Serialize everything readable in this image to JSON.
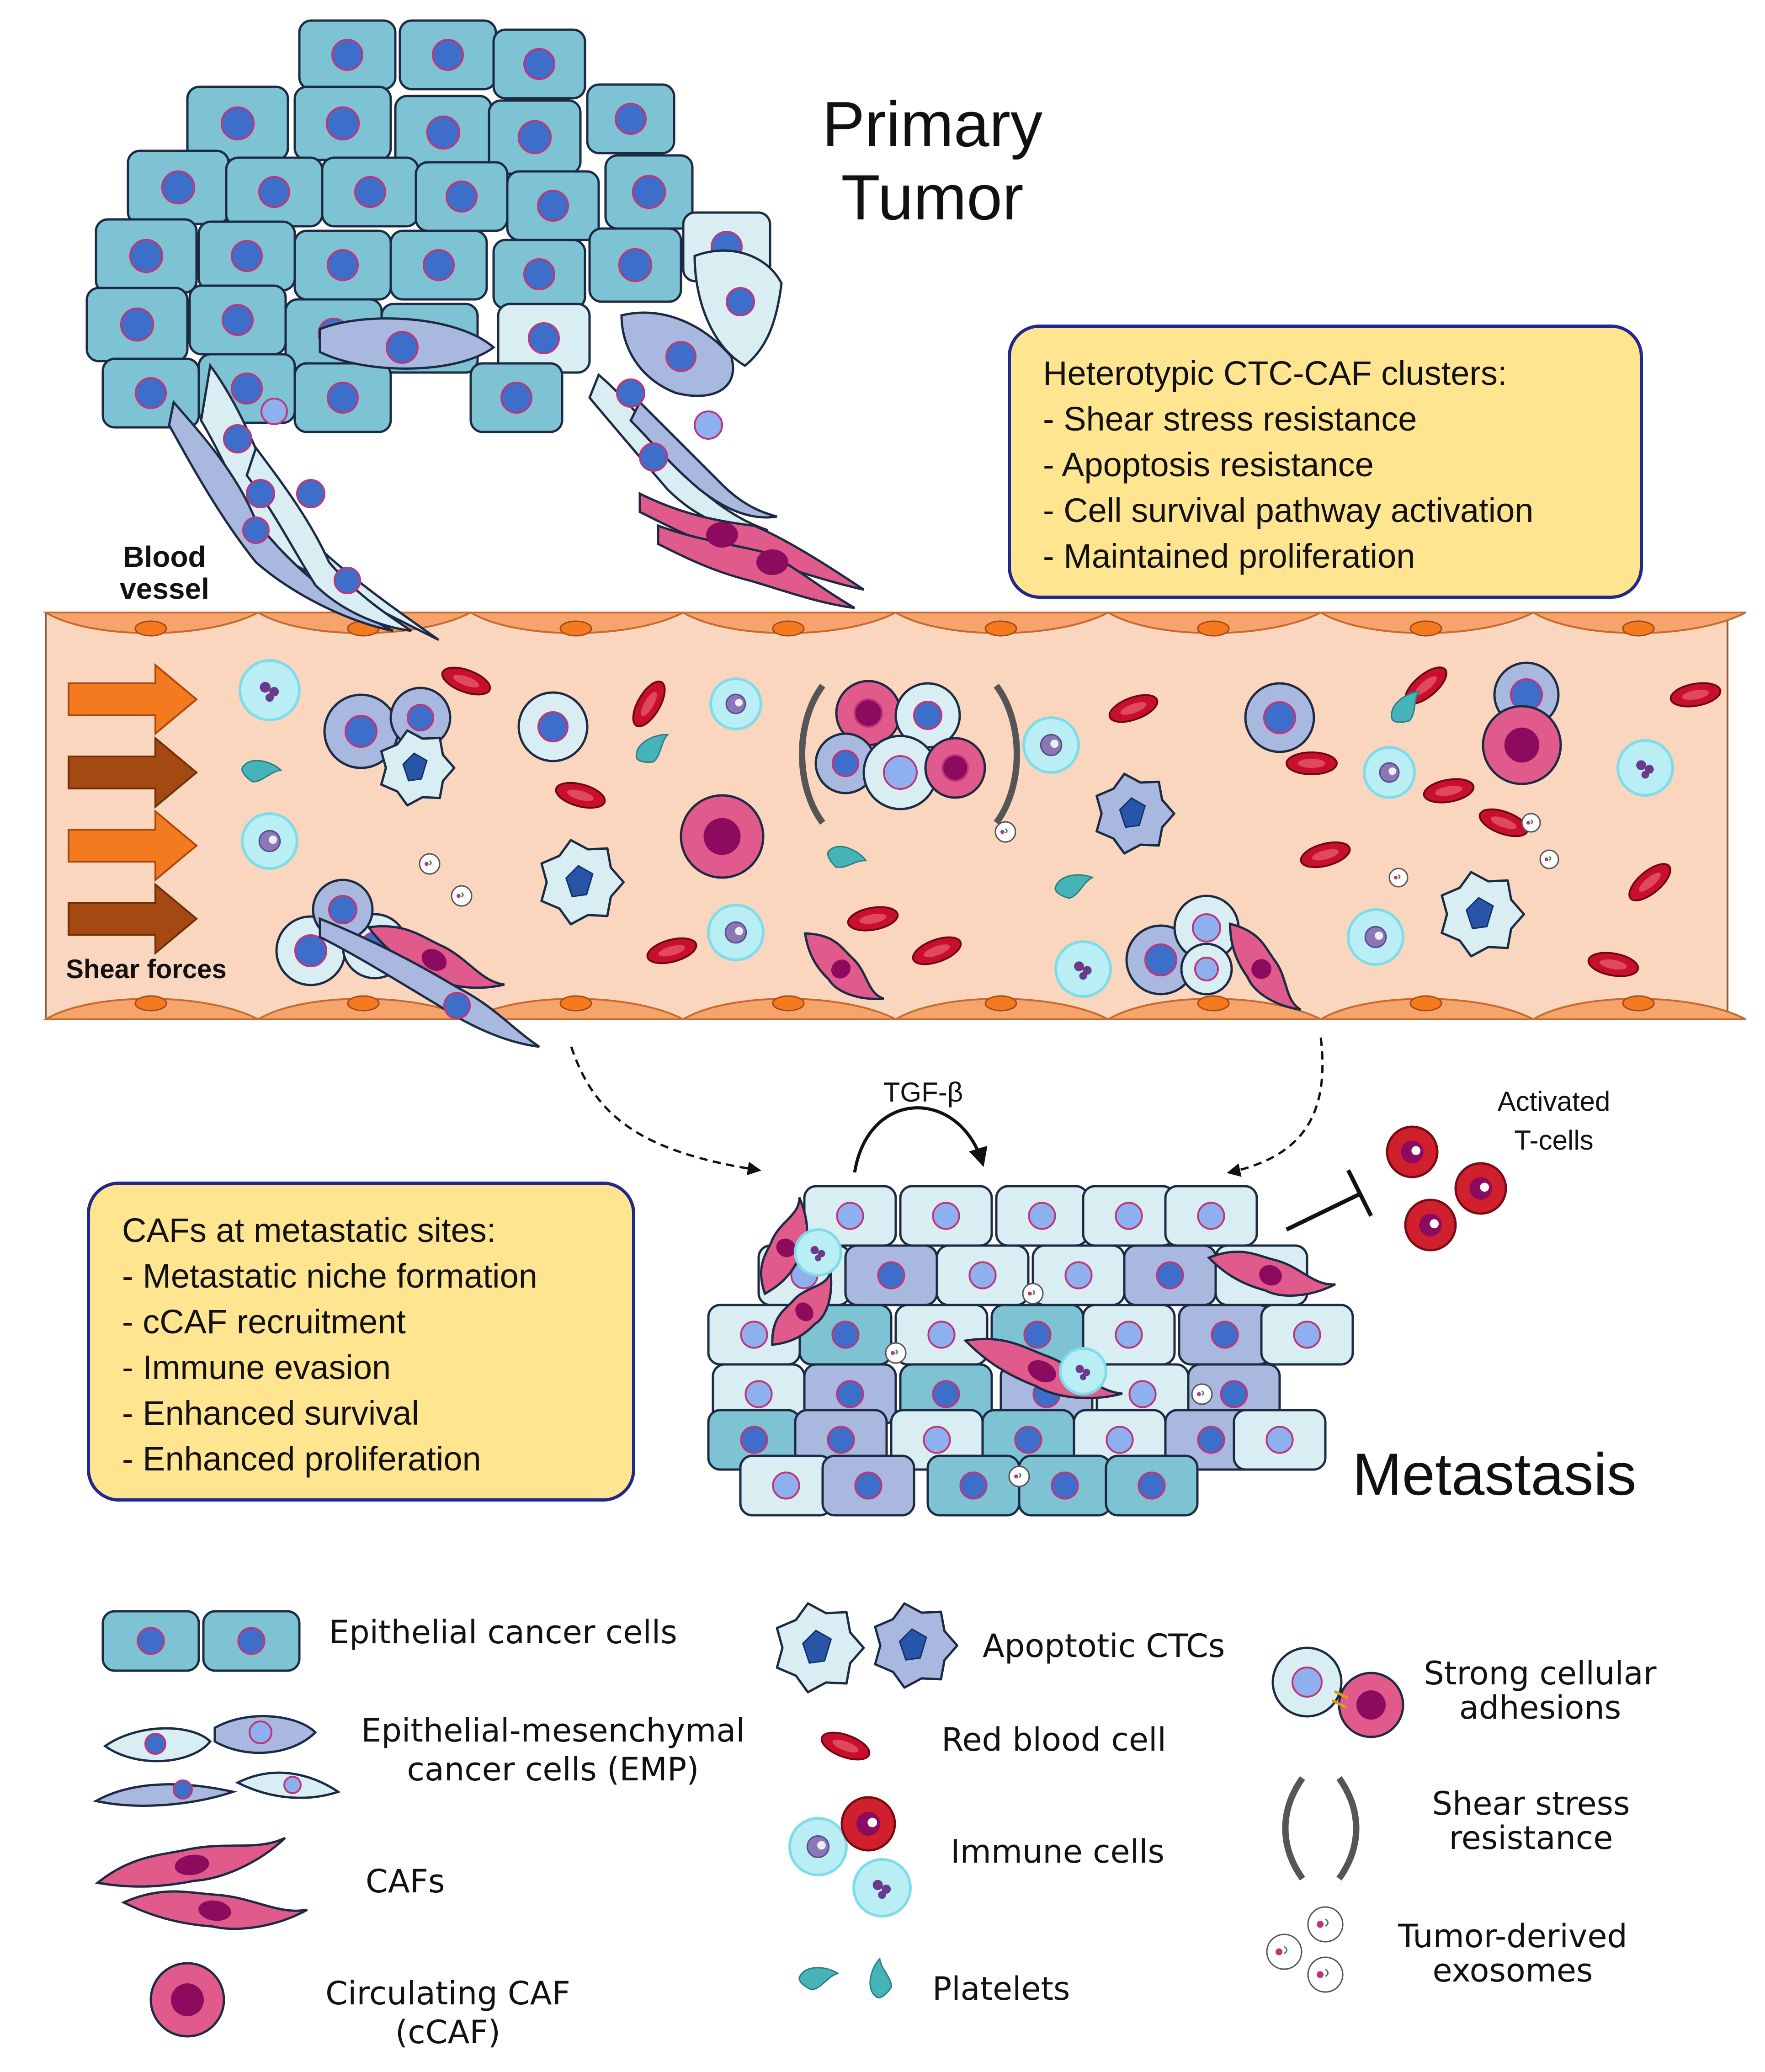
{
  "labels": {
    "primary_tumor": [
      "Primary",
      "Tumor"
    ],
    "blood_vessel": [
      "Blood",
      "vessel"
    ],
    "shear_forces": "Shear forces",
    "tgf_beta": "TGF-β",
    "activated_t_cells": [
      "Activated",
      "T-cells"
    ],
    "metastasis": "Metastasis"
  },
  "box_ctc": {
    "lines": [
      "Heterotypic CTC-CAF clusters:",
      "- Shear stress resistance",
      "- Apoptosis resistance",
      "- Cell survival pathway activation",
      "- Maintained proliferation"
    ]
  },
  "box_caf": {
    "lines": [
      "CAFs at metastatic sites:",
      "- Metastatic niche formation",
      "- cCAF recruitment",
      "- Immune evasion",
      "- Enhanced survival",
      "- Enhanced proliferation"
    ]
  },
  "legend": {
    "epithelial": "Epithelial cancer cells",
    "emp": [
      "Epithelial-mesenchymal",
      "cancer cells (EMP)"
    ],
    "cafs": "CAFs",
    "ccaf": [
      "Circulating CAF",
      "(cCAF)"
    ],
    "apoptotic": "Apoptotic CTCs",
    "rbc": "Red blood cell",
    "immune": "Immune cells",
    "platelets": "Platelets",
    "adhesions": [
      "Strong cellular",
      "adhesions"
    ],
    "shear_resistance": [
      "Shear stress",
      "resistance"
    ],
    "exosomes": [
      "Tumor-derived",
      "exosomes"
    ]
  },
  "colors": {
    "epithelial": "#7dc3d4",
    "emp_light": "#d8eef2",
    "emp_blue": "#a9b8df",
    "nucleus": "#3d6ec9",
    "caf": "#e05a8c",
    "caf_nucleus": "#8c0b5e",
    "vessel": "#fbd6bf",
    "endothelium": "#f6a36c",
    "rbc": "#c8102e",
    "immune": "#b9eef5",
    "platelet": "#46b3b8",
    "arrow_orange": "#f47a20",
    "arrow_brown": "#a54913",
    "box_fill": "#ffe590",
    "box_border": "#23268c"
  }
}
